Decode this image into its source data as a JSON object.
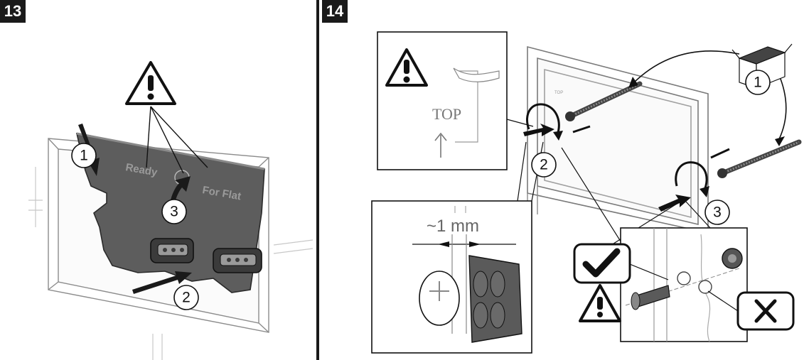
{
  "steps": [
    {
      "number": "13"
    },
    {
      "number": "14"
    }
  ],
  "step13": {
    "plate_text_1": "Ready",
    "plate_text_2": "For Flat",
    "callouts": [
      "1",
      "2",
      "3"
    ]
  },
  "step14": {
    "top_label": "TOP",
    "distance_label": "~1 mm",
    "callouts": [
      "1",
      "2",
      "3"
    ]
  },
  "colors": {
    "ink": "#1a1a1a",
    "plate_gray": "#5a5a5a",
    "light_line": "#bdbdbd",
    "paper": "#ffffff"
  },
  "icons": [
    "warning-triangle-icon",
    "checkmark-icon",
    "cross-icon",
    "box-icon",
    "arrow-icon"
  ]
}
